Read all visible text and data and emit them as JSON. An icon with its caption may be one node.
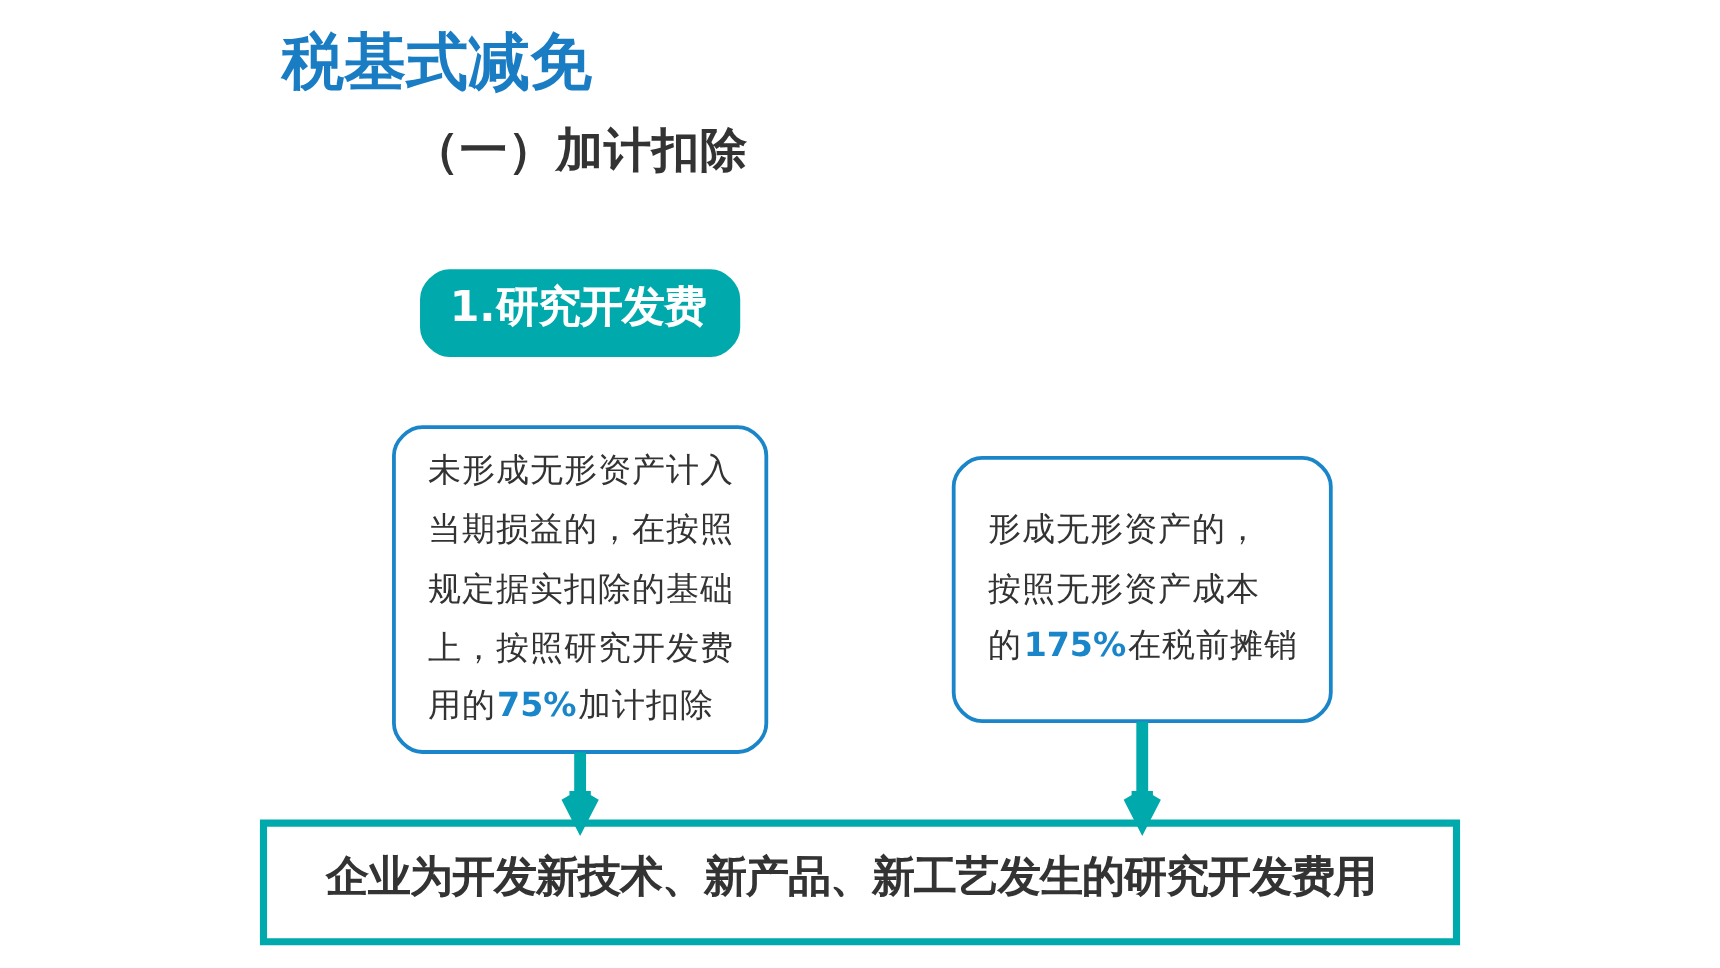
{
  "diagram": {
    "title": "税基式减免",
    "nodes": [
      {
        "text": [
          "1.研究开发费"
        ]
      },
      {
        "text": [
          "未形成无形资产计入当期损益的，在按照规定据实扣除的基础上，按照研究开发费用的**75%**加计扣除"
        ]
      },
      {
        "text": [
          "形成无形资产的，按照无形资产成本的**175%**在税前摊销"
        ]
      },
      {
        "text": [
          "企业为开发新技术、新产品、新工艺发生的研究开发费用"
        ]
      }
    ],
    "edges": [
      {
        "from": 1,
        "to": 3,
        "arrow": "to"
      },
      {
        "from": 2,
        "to": 3,
        "arrow": "to"
      }
    ],
    "labels": [
      "（一）加计扣除"
    ]
  }
}
